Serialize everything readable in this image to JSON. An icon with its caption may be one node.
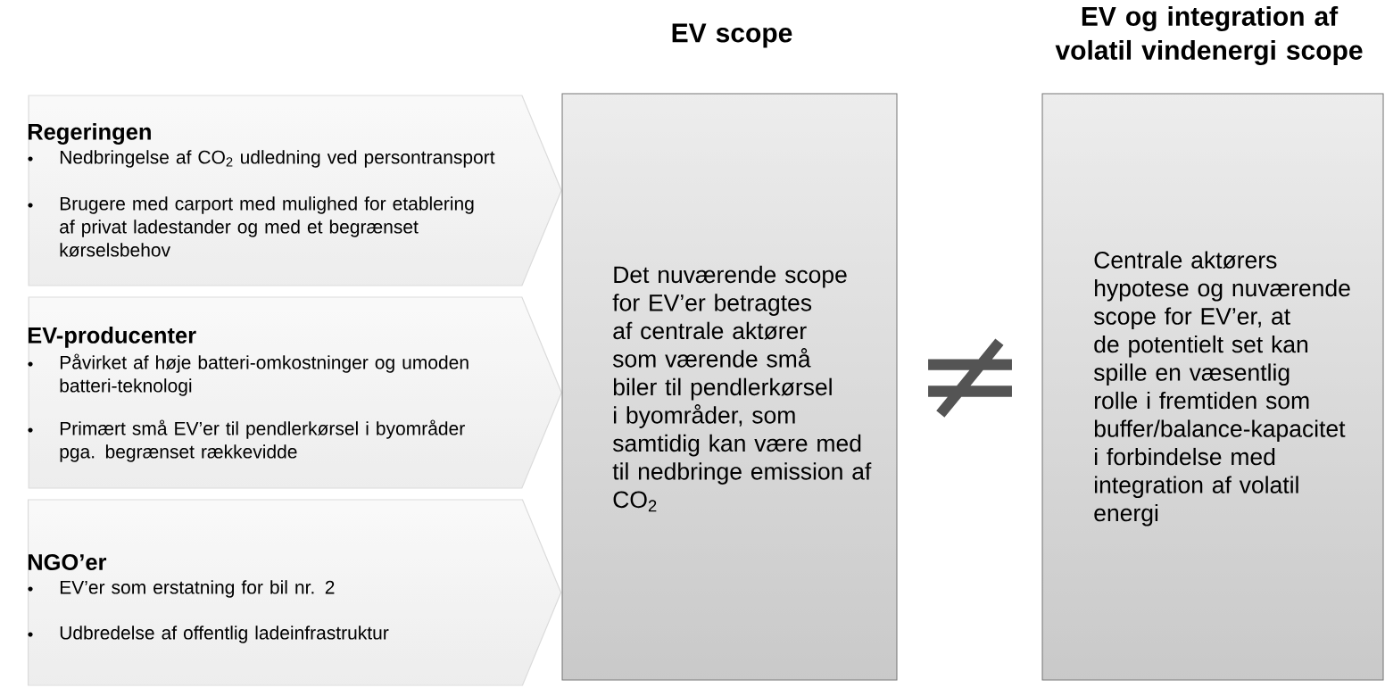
{
  "diagram": {
    "nodes": [
      {
        "text": [
          "Regeringen",
          "Nedbringelse af CO$_{2}$ udledning ved persontransport",
          "Brugere med carport med mulighed for etablering af privat ladestander og med et begrænset kørselsbehov"
        ]
      },
      {
        "text": [
          "EV-producenter",
          "Påvirket af høje batteri-omkostninger og umoden batteri-teknologi",
          "Primært små EV’er til pendlerkørsel i byområder pga. begrænset rækkevidde"
        ]
      },
      {
        "text": [
          "NGO’er",
          "EV’er som erstatning for bil nr. 2",
          "Udbredelse af offentlig ladeinfrastruktur"
        ]
      },
      {
        "text": [
          "EV scope",
          "Det nuværende scope for EV’er betragtes af centrale aktører som værende små biler til pendlerkørsel i byområder, som samtidig kan være med til nedbringe emission af CO$_{2}$"
        ]
      },
      {
        "text": [
          "EV og integration af volatil vindenergi scope",
          "Centrale aktørers hypotese og nuværende scope for EV’er, at de potentielt set kan spille en væsentlig rolle i fremtiden som buffer/balance-kapacitet i forbindelse med integration af volatil energi"
        ]
      }
    ],
    "labels": [
      "≠"
    ]
  }
}
